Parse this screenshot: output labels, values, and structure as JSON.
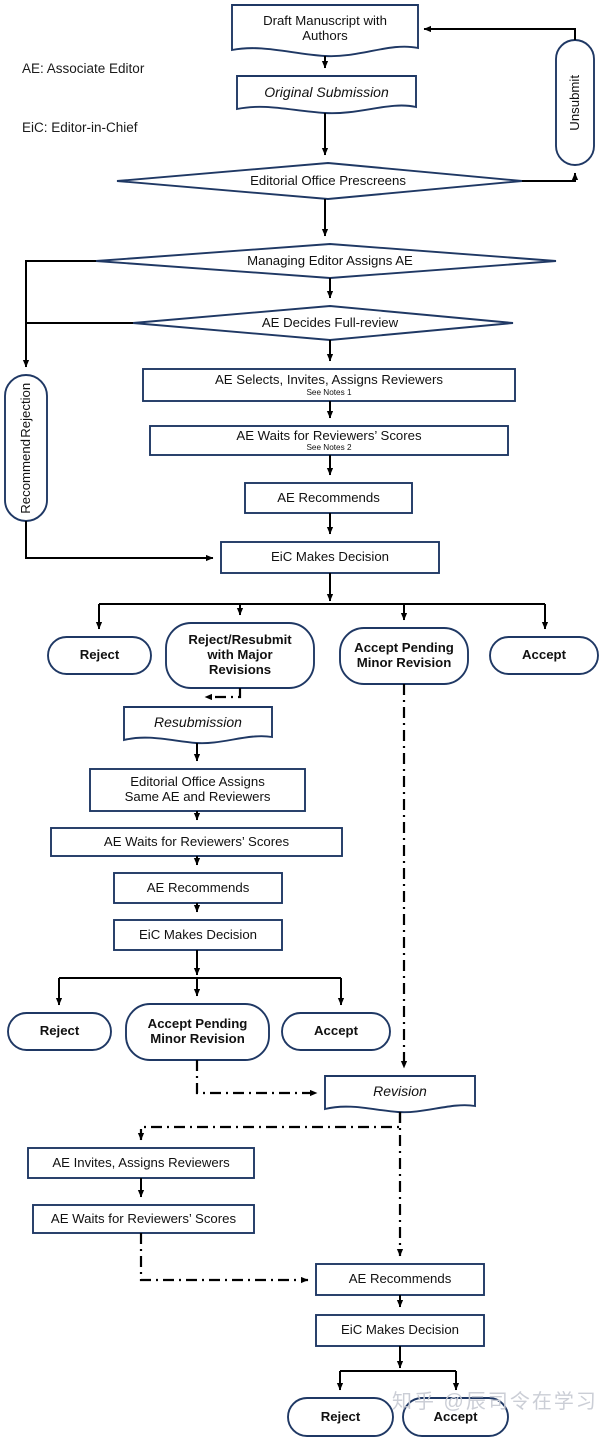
{
  "diagram": {
    "title": "Peer Review Editorial Workflow Flowchart",
    "colors": {
      "stroke": "#1F3864",
      "arrow": "#000000",
      "text": "#111111",
      "background": "#FFFFFF",
      "watermark": "#C9CCD4"
    },
    "legend": {
      "line1": "AE: Associate Editor",
      "line2": "EiC: Editor-in-Chief"
    },
    "watermark": "知乎 @辰司令在学习",
    "nodes": [
      {
        "id": "draft",
        "shape": "document",
        "label": "Draft Manuscript with\nAuthors",
        "style": "regular"
      },
      {
        "id": "orig_sub",
        "shape": "document",
        "label": "Original Submission",
        "style": "italic"
      },
      {
        "id": "prescreen",
        "shape": "diamond",
        "label": "Editorial Office Prescreens",
        "style": "regular"
      },
      {
        "id": "unsubmit",
        "shape": "stadium",
        "label": "Unsubmit",
        "style": "regular-vertical"
      },
      {
        "id": "assign_ae",
        "shape": "diamond",
        "label": "Managing Editor Assigns AE",
        "style": "regular"
      },
      {
        "id": "full_review",
        "shape": "diamond",
        "label": "AE Decides Full-review",
        "style": "regular"
      },
      {
        "id": "rec_rejection",
        "shape": "stadium",
        "label": "Recommend\nRejection",
        "style": "regular-vertical"
      },
      {
        "id": "ae_selects",
        "shape": "rect",
        "label": "AE Selects, Invites, Assigns Reviewers",
        "note": "See Notes 1",
        "style": "regular"
      },
      {
        "id": "ae_waits_1",
        "shape": "rect",
        "label": "AE Waits for Reviewers’ Scores",
        "note": "See Notes 2",
        "style": "regular"
      },
      {
        "id": "ae_rec_1",
        "shape": "rect",
        "label": "AE Recommends",
        "style": "regular"
      },
      {
        "id": "eic_dec_1",
        "shape": "rect",
        "label": "EiC Makes Decision",
        "style": "regular"
      },
      {
        "id": "reject_1",
        "shape": "stadium",
        "label": "Reject",
        "style": "bold"
      },
      {
        "id": "reject_resubmit",
        "shape": "stadium",
        "label": "Reject/Resubmit\nwith Major\nRevisions",
        "style": "bold"
      },
      {
        "id": "accept_minor_1",
        "shape": "stadium",
        "label": "Accept Pending\nMinor Revision",
        "style": "bold"
      },
      {
        "id": "accept_1",
        "shape": "stadium",
        "label": "Accept",
        "style": "bold"
      },
      {
        "id": "resubmission",
        "shape": "document",
        "label": "Resubmission",
        "style": "italic"
      },
      {
        "id": "eo_assigns",
        "shape": "rect",
        "label": "Editorial Office Assigns\nSame AE and Reviewers",
        "style": "regular"
      },
      {
        "id": "ae_waits_2",
        "shape": "rect",
        "label": "AE Waits for Reviewers’ Scores",
        "style": "regular"
      },
      {
        "id": "ae_rec_2",
        "shape": "rect",
        "label": "AE Recommends",
        "style": "regular"
      },
      {
        "id": "eic_dec_2",
        "shape": "rect",
        "label": "EiC Makes Decision",
        "style": "regular"
      },
      {
        "id": "reject_2",
        "shape": "stadium",
        "label": "Reject",
        "style": "bold"
      },
      {
        "id": "accept_minor_2",
        "shape": "stadium",
        "label": "Accept Pending\nMinor Revision",
        "style": "bold"
      },
      {
        "id": "accept_2",
        "shape": "stadium",
        "label": "Accept",
        "style": "bold"
      },
      {
        "id": "revision",
        "shape": "document",
        "label": "Revision",
        "style": "italic"
      },
      {
        "id": "ae_invites",
        "shape": "rect",
        "label": "AE Invites, Assigns Reviewers",
        "style": "regular"
      },
      {
        "id": "ae_waits_3",
        "shape": "rect",
        "label": "AE Waits for Reviewers’ Scores",
        "style": "regular"
      },
      {
        "id": "ae_rec_3",
        "shape": "rect",
        "label": "AE Recommends",
        "style": "regular"
      },
      {
        "id": "eic_dec_3",
        "shape": "rect",
        "label": "EiC Makes Decision",
        "style": "regular"
      },
      {
        "id": "reject_3",
        "shape": "stadium",
        "label": "Reject",
        "style": "bold"
      },
      {
        "id": "accept_3",
        "shape": "stadium",
        "label": "Accept",
        "style": "bold"
      }
    ],
    "labels": {
      "draft": "Draft Manuscript with",
      "draft2": "Authors",
      "orig_sub": "Original Submission",
      "prescreen": "Editorial Office Prescreens",
      "unsubmit": "Unsubmit",
      "assign_ae": "Managing Editor Assigns AE",
      "full_review": "AE Decides Full-review",
      "rec_rejection": "Recommend",
      "rec_rejection2": "Rejection",
      "ae_selects": "AE Selects, Invites, Assigns Reviewers",
      "ae_selects_note": "See Notes 1",
      "ae_waits_1": "AE Waits for Reviewers’ Scores",
      "ae_waits_1_note": "See Notes 2",
      "ae_rec_1": "AE Recommends",
      "eic_dec_1": "EiC Makes Decision",
      "reject_1": "Reject",
      "rr_1": "Reject/Resubmit",
      "rr_2": "with Major",
      "rr_3": "Revisions",
      "apmr_1a": "Accept Pending",
      "apmr_1b": "Minor Revision",
      "accept_1": "Accept",
      "resubmission": "Resubmission",
      "eo_assigns_1": "Editorial Office Assigns",
      "eo_assigns_2": "Same AE and Reviewers",
      "ae_waits_2": "AE Waits for Reviewers’ Scores",
      "ae_rec_2": "AE Recommends",
      "eic_dec_2": "EiC Makes Decision",
      "reject_2": "Reject",
      "apmr_2a": "Accept Pending",
      "apmr_2b": "Minor Revision",
      "accept_2": "Accept",
      "revision": "Revision",
      "ae_invites": "AE Invites, Assigns Reviewers",
      "ae_waits_3": "AE Waits for Reviewers’ Scores",
      "ae_rec_3": "AE Recommends",
      "eic_dec_3": "EiC Makes Decision",
      "reject_3": "Reject",
      "accept_3": "Accept"
    }
  }
}
